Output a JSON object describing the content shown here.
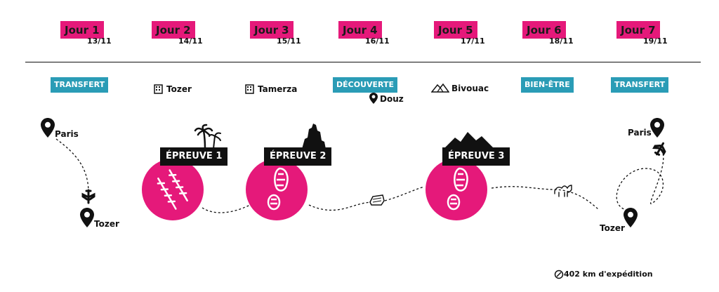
{
  "days": [
    {
      "label": "Jour 1",
      "date": "13/11"
    },
    {
      "label": "Jour 2",
      "date": "14/11"
    },
    {
      "label": "Jour 3",
      "date": "15/11"
    },
    {
      "label": "Jour 4",
      "date": "16/11"
    },
    {
      "label": "Jour 5",
      "date": "17/11"
    },
    {
      "label": "Jour 6",
      "date": "18/11"
    },
    {
      "label": "Jour 7",
      "date": "19/11"
    }
  ],
  "activities": {
    "day1": "TRANSFERT",
    "day2": "Tozer",
    "day3": "Tamerza",
    "day4_tag": "DÉCOUVERTE",
    "day4_place": "Douz",
    "day5": "Bivouac",
    "day6": "BIEN-ÊTRE",
    "day7": "TRANSFERT"
  },
  "locations": {
    "paris_start": "Paris",
    "tozer_start": "Tozer",
    "tozer_end": "Tozer",
    "paris_end": "Paris"
  },
  "epreuves": [
    "ÉPREUVE 1",
    "ÉPREUVE 2",
    "ÉPREUVE 3"
  ],
  "footer": "402 km d'expédition",
  "colors": {
    "pink": "#e5197a",
    "teal": "#2a9cb6",
    "black": "#111111"
  }
}
